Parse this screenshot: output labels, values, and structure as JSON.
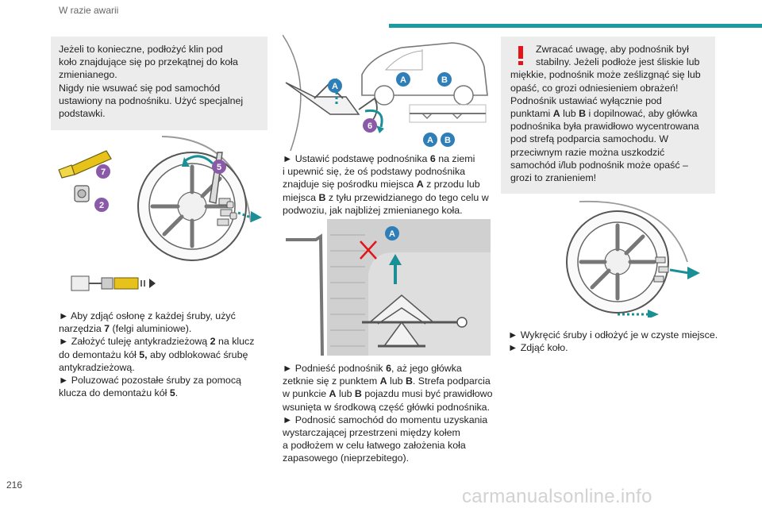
{
  "header": {
    "section_title": "W razie awarii"
  },
  "note": {
    "lines": [
      "Jeżeli to konieczne, podłożyć klin pod",
      "koło znajdujące się po przekątnej do koła",
      "zmienianego.",
      "Nigdy nie wsuwać się pod samochód",
      "ustawiony na podnośniku. Użyć specjalnej",
      "podstawki."
    ]
  },
  "fig1": {
    "labels": [
      "7",
      "5",
      "2"
    ]
  },
  "left_text": {
    "l1": "► Aby zdjąć osłonę z każdej śruby, użyć",
    "l2a": "narzędzia ",
    "l2b": "7",
    "l2c": " (felgi aluminiowe).",
    "l3a": "► Założyć tuleję antykradzieżową ",
    "l3b": "2",
    "l3c": " na klucz",
    "l4a": "do demontażu kół ",
    "l4b": "5,",
    "l4c": " aby odblokować śrubę",
    "l5": "antykradzieżową.",
    "l6": "► Poluzować pozostałe śruby za pomocą",
    "l7a": "klucza do demontażu kół ",
    "l7b": "5",
    "l7c": "."
  },
  "fig2": {
    "labels": [
      "A",
      "A",
      "B",
      "6",
      "A",
      "B"
    ]
  },
  "mid_text1": {
    "l1a": "► Ustawić podstawę podnośnika ",
    "l1b": "6",
    "l1c": " na ziemi",
    "l2": "i upewnić się, że oś podstawy podnośnika",
    "l3": "znajduje się pośrodku miejsca ",
    "l3b": "A",
    "l3c": " z przodu lub",
    "l4a": "miejsca ",
    "l4b": "B",
    "l4c": " z tyłu przewidzianego do tego celu w",
    "l5": "podwoziu, jak najbliżej zmienianego koła."
  },
  "fig3": {
    "labels": [
      "A"
    ]
  },
  "mid_text2": {
    "l1a": "► Podnieść podnośnik ",
    "l1b": "6",
    "l1c": ", aż jego główka",
    "l2a": "zetknie się z punktem ",
    "l2b": "A",
    "l2c": " lub ",
    "l2d": "B",
    "l2e": ". Strefa podparcia",
    "l3a": "w punkcie ",
    "l3b": "A",
    "l3c": " lub ",
    "l3d": "B",
    "l3e": " pojazdu musi być prawidłowo",
    "l4": "wsunięta w środkową część główki podnośnika.",
    "l5": "► Podnosić samochód do momentu uzyskania",
    "l6": "wystarczającej przestrzeni między kołem",
    "l7": "a podłożem w celu łatwego założenia koła",
    "l8": "zapasowego (nieprzebitego)."
  },
  "warning": {
    "l1": "Zwracać uwagę, aby podnośnik był",
    "l2": "stabilny. Jeżeli podłoże jest śliskie lub",
    "l3": "miękkie, podnośnik może ześlizgnąć się lub",
    "l4": "opaść, co grozi odniesieniem obrażeń!",
    "l5": "Podnośnik ustawiać wyłącznie pod",
    "l6a": "punktami ",
    "l6b": "A",
    "l6c": " lub ",
    "l6d": "B",
    "l6e": " i dopilnować, aby główka",
    "l7": "podnośnika była prawidłowo wycentrowana",
    "l8": "pod strefą podparcia samochodu. W",
    "l9": "przeciwnym razie można uszkodzić",
    "l10": "samochód i/lub podnośnik może opaść –",
    "l11": "grozi to zranieniem!"
  },
  "right_text": {
    "l1": "► Wykręcić śruby i odłożyć je w czyste miejsce.",
    "l2": "► Zdjąć koło."
  },
  "footer": {
    "page_number": "216",
    "watermark": "carmanualsonline.info"
  },
  "colors": {
    "accent": "#1a9ba0",
    "badge_blue": "#2e7fb8",
    "badge_purple": "#8a5aa8",
    "warning_red": "#e3151a",
    "arrow_teal": "#1a8f96",
    "tool_yellow": "#e6c21a",
    "box_grey": "#ececec"
  }
}
